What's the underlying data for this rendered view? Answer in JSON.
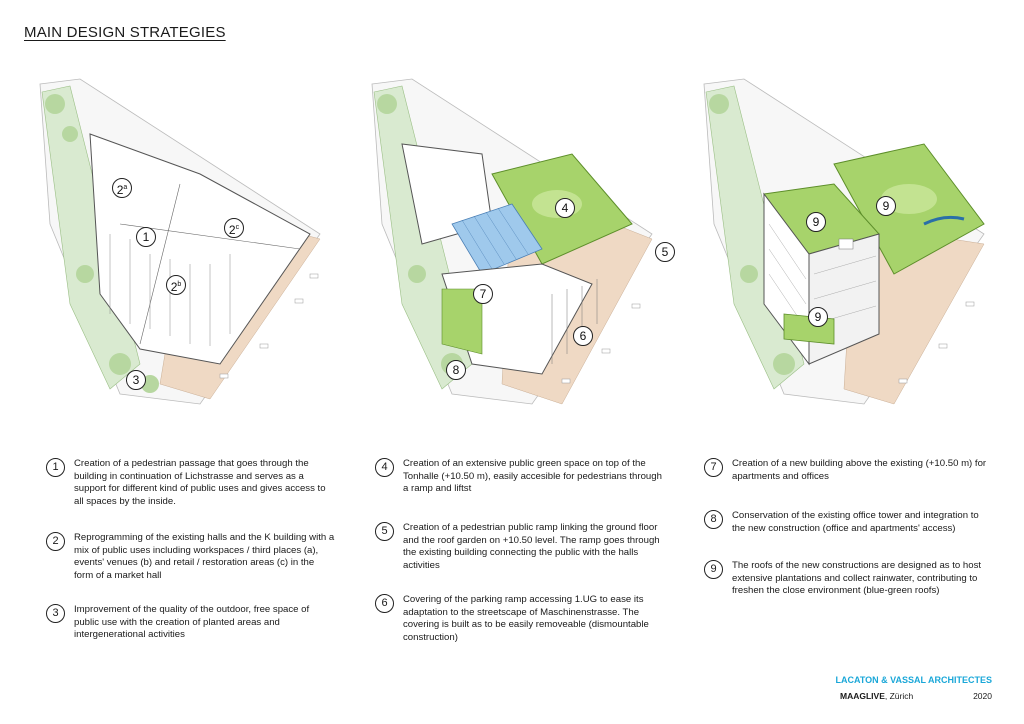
{
  "title": "MAIN DESIGN STRATEGIES",
  "diagrams": [
    {
      "callouts": [
        "2a",
        "1",
        "2c",
        "2b",
        "3"
      ]
    },
    {
      "callouts": [
        "4",
        "5",
        "7",
        "6",
        "8"
      ]
    },
    {
      "callouts": [
        "9",
        "9",
        "9"
      ]
    }
  ],
  "callout_labels": {
    "d1": {
      "c1": "1",
      "c2a": "2",
      "c2a_sup": "a",
      "c2b": "2",
      "c2b_sup": "b",
      "c2c": "2",
      "c2c_sup": "c",
      "c3": "3"
    },
    "d2": {
      "c4": "4",
      "c5": "5",
      "c6": "6",
      "c7": "7",
      "c8": "8"
    },
    "d3": {
      "c9a": "9",
      "c9b": "9",
      "c9c": "9"
    }
  },
  "strategies": [
    {
      "num": "1",
      "text": "Creation of a pedestrian passage that goes through the building in continuation of Lichstrasse and serves as a support for different kind of public uses and gives access to all spaces by the inside."
    },
    {
      "num": "2",
      "text": "Reprogramming of the existing halls and the K building with a mix of public uses including workspaces / third places (a), events' venues (b) and retail / restoration areas (c) in the form of a market hall"
    },
    {
      "num": "3",
      "text": "Improvement of the quality of the outdoor, free space of public use with the creation of planted areas and intergenerational activities"
    },
    {
      "num": "4",
      "text": "Creation of an extensive public green space on top of the Tonhalle (+10.50 m), easily accesible for pedestrians through a ramp and liftst"
    },
    {
      "num": "5",
      "text": "Creation of a pedestrian public ramp linking the ground floor and the roof garden on +10.50 level. The ramp goes through the existing building connecting the public with the halls activities"
    },
    {
      "num": "6",
      "text": "Covering of the parking ramp accessing 1.UG to ease its adaptation to the streetscape of Maschinenstrasse. The covering is built as to be easily removeable (dismountable construction)"
    },
    {
      "num": "7",
      "text": "Creation of a new building above the existing (+10.50 m) for apartments and offices"
    },
    {
      "num": "8",
      "text": "Conservation of the existing office tower and integration to the new construction (office and apartments' access)"
    },
    {
      "num": "9",
      "text": "The roofs of the new constructions are designed as to host extensive plantations and collect rainwater, contributing to freshen the close environment (blue-green roofs)"
    }
  ],
  "footer": {
    "brand": "LACATON & VASSAL ARCHITECTES",
    "project": "MAAGLIVE",
    "city": ", Zürich",
    "year": "2020"
  },
  "colors": {
    "accent": "#1aa7d8",
    "green": "#8cc63f",
    "glass": "#9fc9ec",
    "paving": "#efd9c4"
  }
}
